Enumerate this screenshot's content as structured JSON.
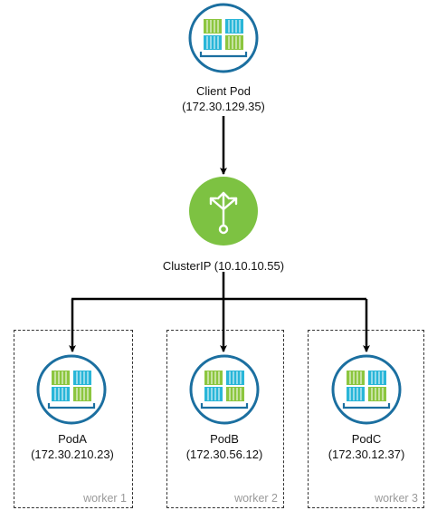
{
  "client": {
    "name": "Client Pod",
    "ip": "(172.30.129.35)"
  },
  "service": {
    "label": "ClusterIP (10.10.10.55)"
  },
  "pods": [
    {
      "name": "PodA",
      "ip": "(172.30.210.23)"
    },
    {
      "name": "PodB",
      "ip": "(172.30.56.12)"
    },
    {
      "name": "PodC",
      "ip": "(172.30.12.37)"
    }
  ],
  "workers": [
    "worker 1",
    "worker 2",
    "worker 3"
  ],
  "colors": {
    "pod_ring": "#1b6fa0",
    "container_green": "#8cc63f",
    "container_cyan": "#29b6d8",
    "service_green": "#7dc242",
    "arrow": "#000000",
    "dashed_border": "#333333",
    "worker_text": "#9a9a9a"
  },
  "icons": {
    "pod": "pod-container-icon",
    "service": "load-balancer-icon"
  }
}
